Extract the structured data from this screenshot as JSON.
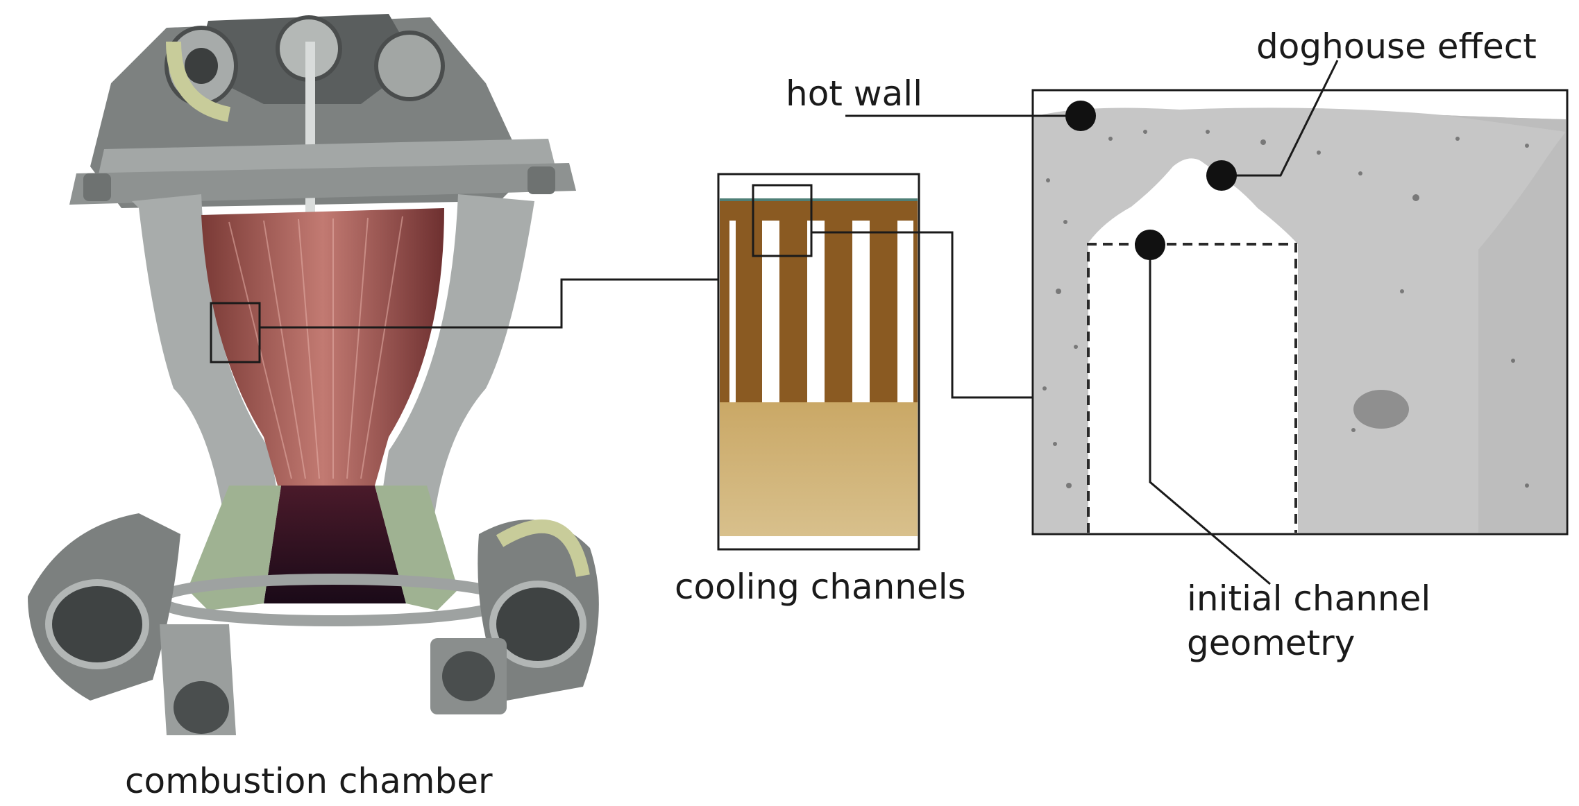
{
  "labels": {
    "combustion_chamber": "combustion chamber",
    "cooling_channels": "cooling channels",
    "hot_wall": "hot wall",
    "doghouse_effect": "doghouse effect",
    "initial_channel_geometry_line1": "initial channel",
    "initial_channel_geometry_line2": "geometry"
  },
  "colors": {
    "line": "#1a1a1a",
    "copper": "#b0605a",
    "steel": "#8d9290",
    "channel_brown": "#8a5a22",
    "sand": "#c7a868",
    "micrograph_gray": "#c6c6c6"
  }
}
